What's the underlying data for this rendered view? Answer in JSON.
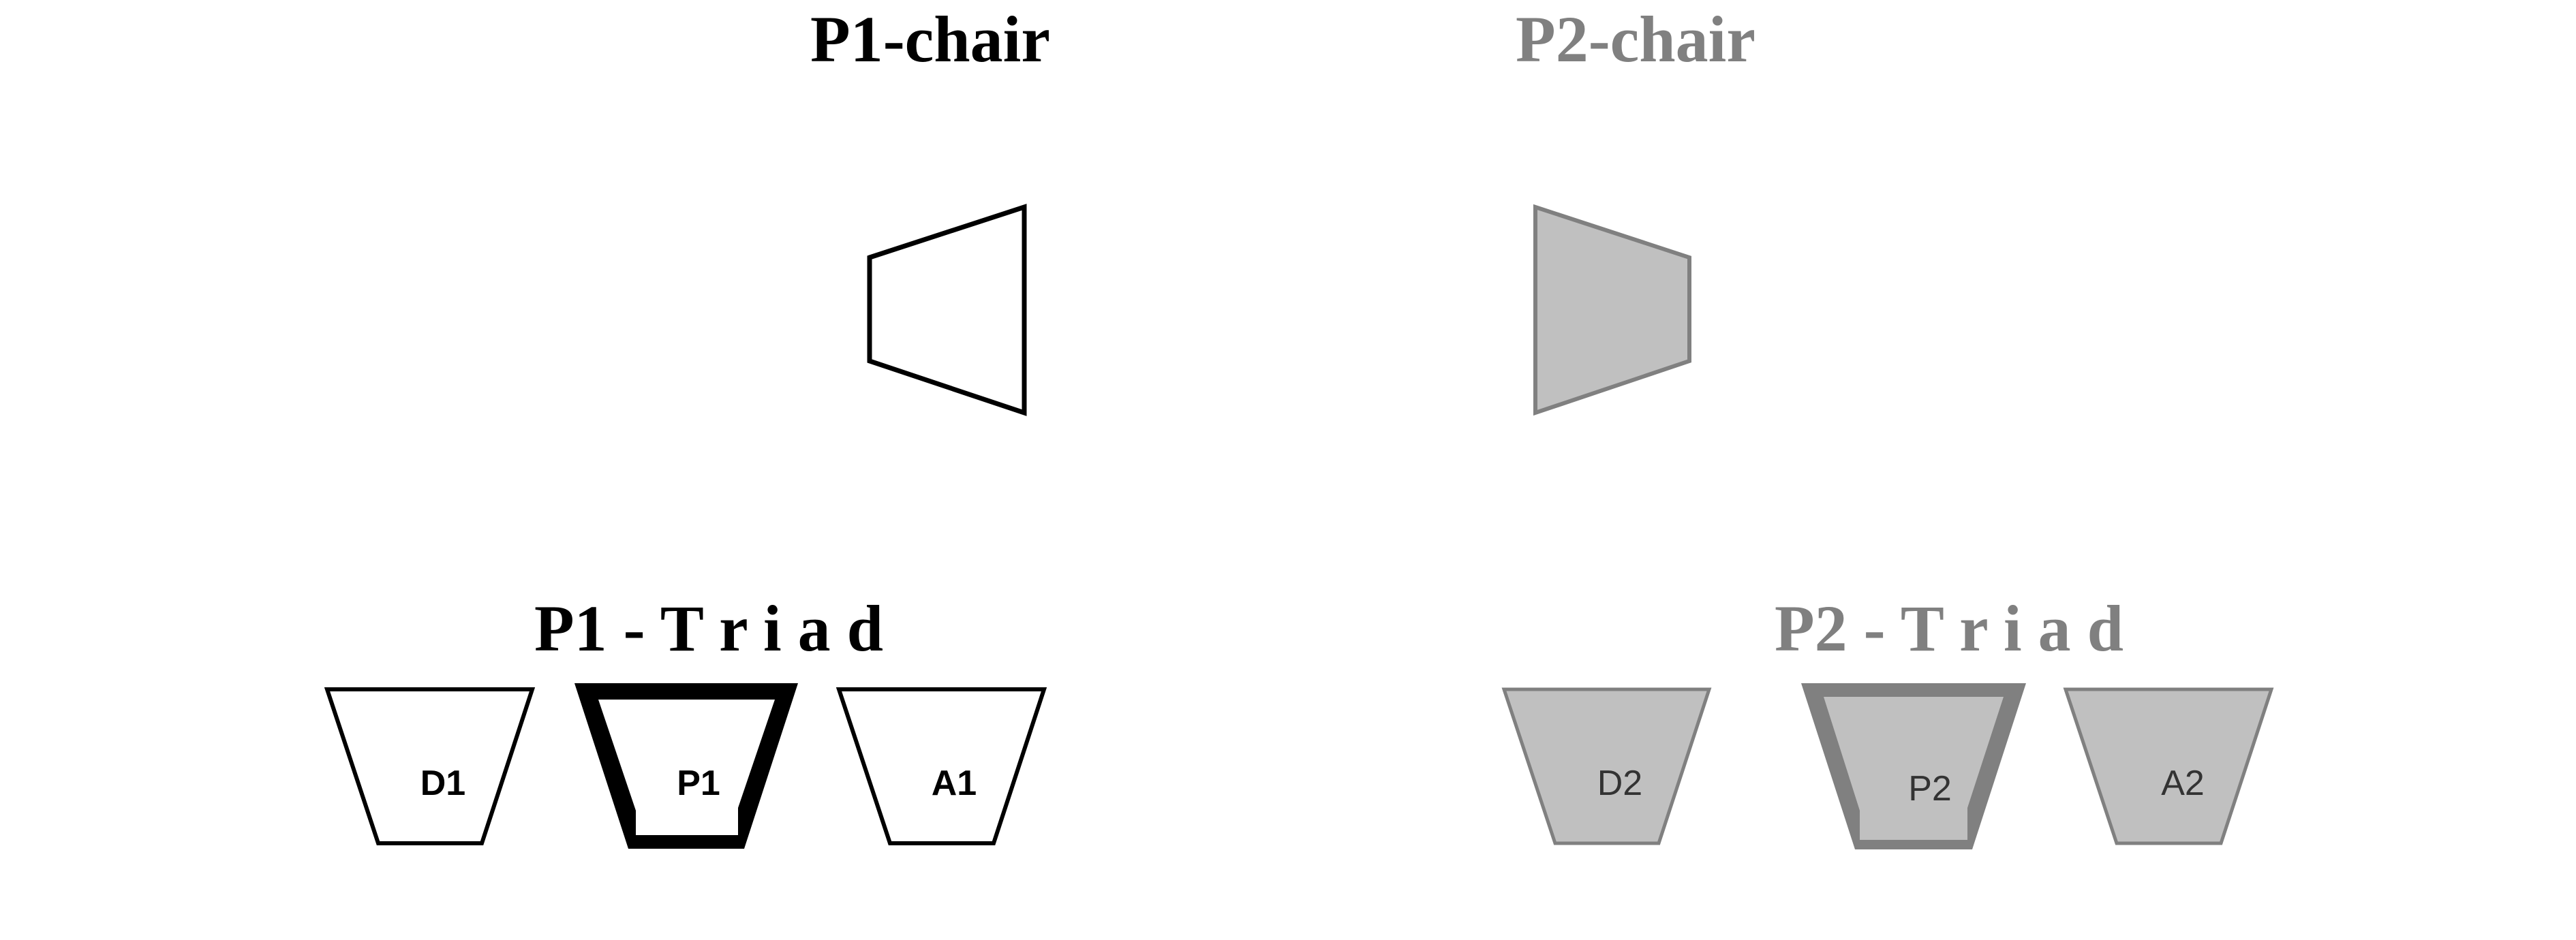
{
  "colors": {
    "p1_stroke": "#000000",
    "p1_fill": "#ffffff",
    "p2_stroke": "#808080",
    "p2_fill": "#c0c0c0",
    "p2_label": "#333333",
    "background": "#ffffff"
  },
  "p1": {
    "chair_title": "P1-chair",
    "triad_title": "P1 - T r i a d",
    "labels": {
      "d": "D1",
      "p": "P1",
      "a": "A1"
    }
  },
  "p2": {
    "chair_title": "P2-chair",
    "triad_title": "P2 - T r i a d",
    "labels": {
      "d": "D2",
      "p": "P2",
      "a": "A2"
    }
  }
}
